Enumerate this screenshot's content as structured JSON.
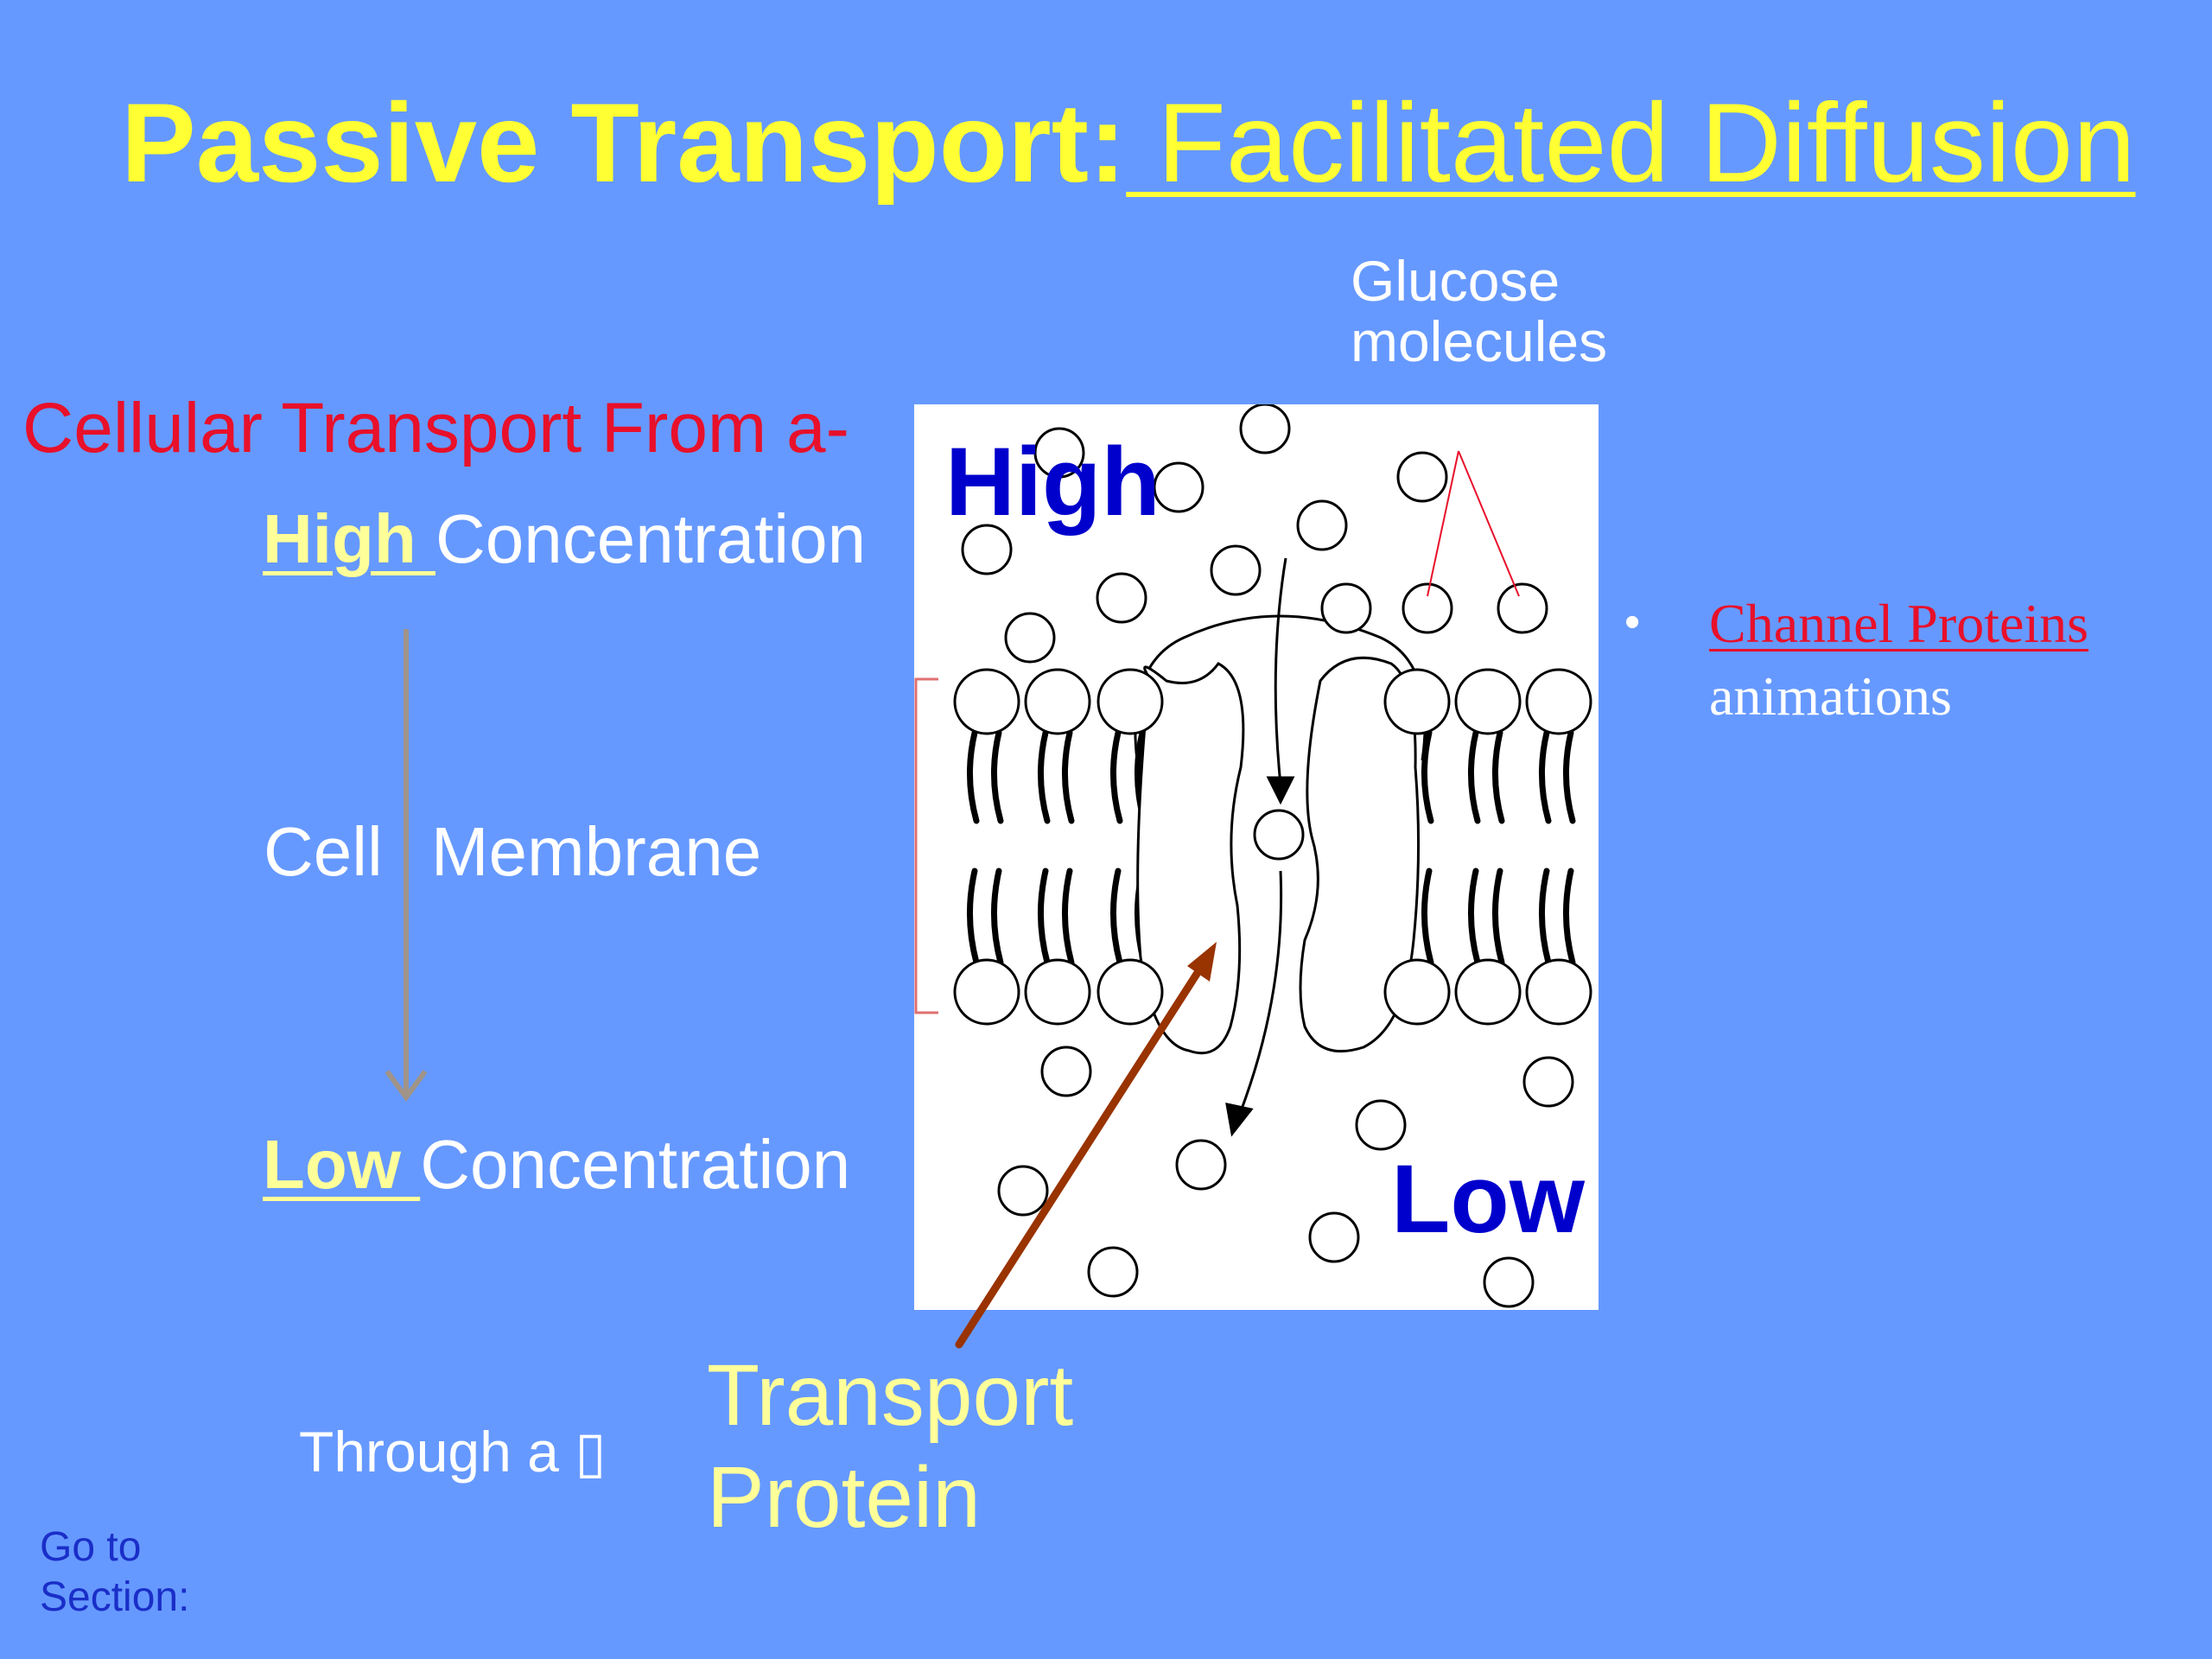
{
  "title": {
    "main": "Passive Transport:",
    "sub": " Facilitated Diffusion"
  },
  "left": {
    "cellular_transport": "Cellular Transport From a-",
    "high_word": "High ",
    "high_rest": "Concentration",
    "cell_word": "Cell",
    "membrane_word": "Membrane",
    "low_word": "Low ",
    "low_rest": "Concentration",
    "through": "Through a ▯"
  },
  "diagram": {
    "high_label": "High",
    "low_label": "Low",
    "glucose_label": "Glucose molecules",
    "transport_protein_label": "Transport Protein"
  },
  "side": {
    "bullet": "•",
    "channel_proteins_link": "Channel Proteins",
    "animations": "animations"
  },
  "nav": {
    "go_to_section": "Go to Section:"
  },
  "colors": {
    "background": "#6699ff",
    "title": "#ffff33",
    "accent_red": "#e8102a",
    "label_blue": "#0000cc",
    "pointer_brown": "#993300",
    "down_arrow": "#a09488"
  }
}
